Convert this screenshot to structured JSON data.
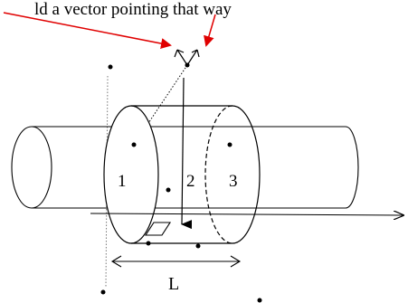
{
  "caption": "ld a vector pointing that way",
  "labels": {
    "region_1": "1",
    "region_2": "2",
    "region_3": "3",
    "length": "L"
  },
  "colors": {
    "arrow": "#e00000",
    "ink": "#000000"
  }
}
